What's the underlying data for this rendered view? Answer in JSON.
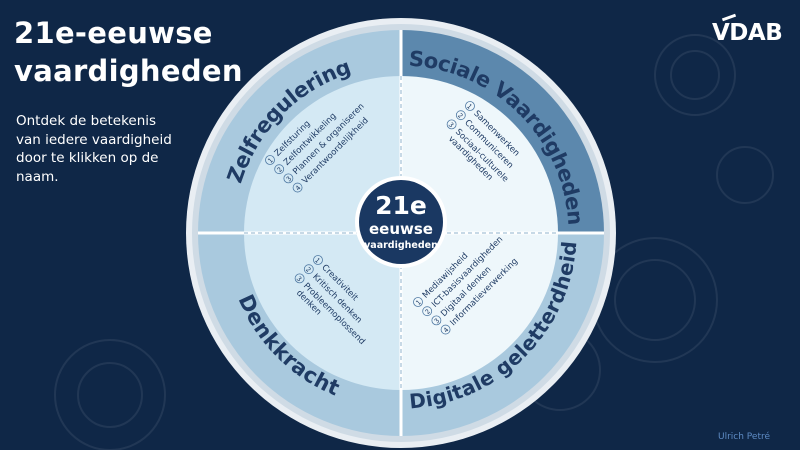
{
  "title": {
    "line1": "21e-eeuwse",
    "line2": "vaardigheden"
  },
  "intro": {
    "line1": "Ontdek de betekenis",
    "line2": "van iedere vaardigheid",
    "line3": "door te klikken op de",
    "line4": "naam."
  },
  "logo": "VDAB",
  "credit": "Ulrich Petré",
  "center": {
    "line1": "21e",
    "line2": "eeuwse",
    "line3": "vaardigheden"
  },
  "colors": {
    "background": "#0f2747",
    "rim_light": "#a9c9de",
    "rim_dark": "#5c88ad",
    "inner_light": "#d4e9f4",
    "inner_white": "#eef7fb",
    "center": "#1a3862",
    "label": "#1f3b64"
  },
  "quadrants": [
    {
      "name": "Zelfregulering",
      "items": [
        {
          "num": "1",
          "text": "Zelfsturing"
        },
        {
          "num": "2",
          "text": "Zelfontwikkeling"
        },
        {
          "num": "3",
          "text": "Plannen & organiseren"
        },
        {
          "num": "4",
          "text": "Verantwoordelijkheid"
        }
      ]
    },
    {
      "name": "Sociale Vaardigheden",
      "items": [
        {
          "num": "1",
          "text": "Samenwerken"
        },
        {
          "num": "2",
          "text": "Communiceren"
        },
        {
          "num": "3",
          "text": "Sociaal-culturele",
          "text2": "vaardigheden"
        }
      ]
    },
    {
      "name": "Digitale geletterdheid",
      "items": [
        {
          "num": "1",
          "text": "Mediawijsheid"
        },
        {
          "num": "2",
          "text": "ICT-basisvaardigheden"
        },
        {
          "num": "3",
          "text": "Digitaal denken"
        },
        {
          "num": "4",
          "text": "Informatieverwerking"
        }
      ]
    },
    {
      "name": "Denkkracht",
      "items": [
        {
          "num": "1",
          "text": "Creativiteit"
        },
        {
          "num": "2",
          "text": "Kritisch denken"
        },
        {
          "num": "3",
          "text": "Probleemoplossend",
          "text2": "denken"
        }
      ]
    }
  ]
}
